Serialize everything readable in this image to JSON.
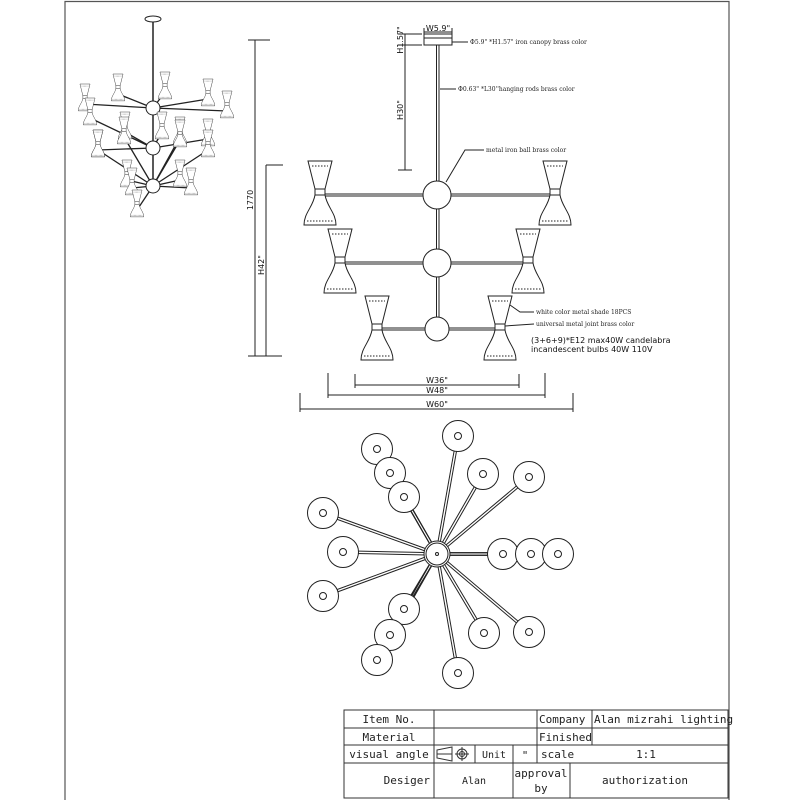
{
  "drawing": {
    "labels": {
      "canopy": "Φ5.9\" *H1.57\"  iron canopy brass color",
      "rod": "Φ0.63\" *L30''hanging rods  brass color",
      "ball": "metal iron ball brass color",
      "shade": "white color metal shade 18PCS",
      "joint": "universal metal joint  brass color",
      "bulb_line1": "(3+6+9)*E12 max40W   candelabra",
      "bulb_line2": "incandescent  bulbs   40W 110V"
    },
    "dimensions": {
      "canopy_width": "W5.9\"",
      "canopy_height": "H1.57\"",
      "rod_height": "H30\"",
      "total_height": "1770",
      "body_height": "H42\"",
      "width_small": "W36\"",
      "width_mid": "W48\"",
      "width_large": "W60\""
    }
  },
  "title_block": {
    "item_no_label": "Item No.",
    "item_no_value": "",
    "company_label": "Company",
    "company_value": "Alan mizrahi lighting",
    "material_label": "Material",
    "material_value": "",
    "finished_label": "Finished",
    "finished_value": "",
    "visual_angle_label": "visual angle",
    "unit_label": "Unit",
    "unit_value": "\"",
    "scale_label": "scale",
    "scale_value": "1:1",
    "designer_label": "Desiger",
    "designer_value": "Alan",
    "approval_label_1": "approval",
    "approval_label_2": "by",
    "authorization_label": "authorization"
  }
}
